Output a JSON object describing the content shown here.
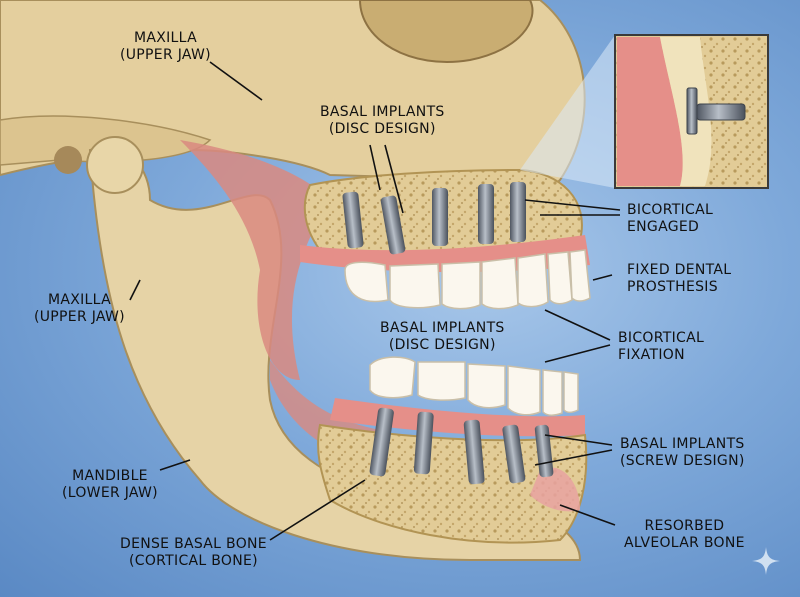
{
  "labels": {
    "maxilla_top": {
      "line1": "MAXILLA",
      "line2": "(UPPER JAW)"
    },
    "basal_disc_top": {
      "line1": "BASAL IMPLANTS",
      "line2": "(DISC DESIGN)"
    },
    "bicortical_engaged": {
      "line1": "BICORTICAL",
      "line2": "ENGAGED"
    },
    "fixed_prosthesis": {
      "line1": "FIXED DENTAL",
      "line2": "PROSTHESIS"
    },
    "maxilla_left": {
      "line1": "MAXILLA",
      "line2": "(UPPER JAW)"
    },
    "basal_disc_mid": {
      "line1": "BASAL IMPLANTS",
      "line2": "(DISC DESIGN)"
    },
    "bicortical_fixation": {
      "line1": "BICORTICAL",
      "line2": "FIXATION"
    },
    "basal_screw": {
      "line1": "BASAL IMPLANTS",
      "line2": "(SCREW DESIGN)"
    },
    "mandible": {
      "line1": "MANDIBLE",
      "line2": "(LOWER JAW)"
    },
    "dense_bone": {
      "line1": "DENSE BASAL BONE",
      "line2": "(CORTICAL BONE)"
    },
    "resorbed_bone": {
      "line1": "RESORBED",
      "line2": "ALVEOLAR BONE"
    }
  },
  "colors": {
    "background": "#7fa9da",
    "bone": "#e6d3a6",
    "bone_shadow": "#c9b27e",
    "cancellous": "#d9c08a",
    "gum": "#e08a86",
    "muscle": "#c9756c",
    "implant": "#7d8590",
    "tooth": "#fbf7ee"
  },
  "icons": {
    "sparkle": "sparkle-icon"
  }
}
